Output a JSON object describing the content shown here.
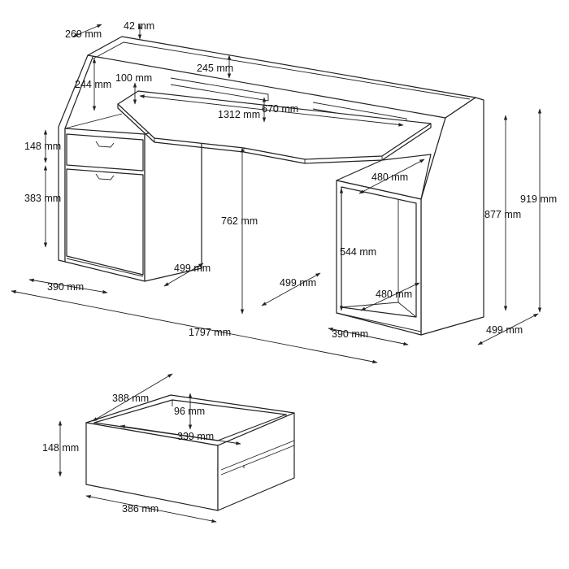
{
  "desk": {
    "depth_top": "269 mm",
    "top_thickness": "42 mm",
    "shelf_height": "244 mm",
    "shelf_gap": "100 mm",
    "shelf_depth": "245 mm",
    "desk_depth_right": "670 mm",
    "desk_width_inner": "1312 mm",
    "drawer_height": "148 mm",
    "door_height": "383 mm",
    "desk_height": "762 mm",
    "cabinet_depth_left": "499 mm",
    "cabinet_width_left": "390 mm",
    "base_depth": "499 mm",
    "total_width": "1797 mm",
    "compartment_depth_top": "480 mm",
    "compartment_height": "544 mm",
    "compartment_depth_bottom": "480 mm",
    "cabinet_width_right": "390 mm",
    "side_height": "877 mm",
    "total_height": "919 mm",
    "total_depth": "499 mm"
  },
  "drawer": {
    "depth": "388 mm",
    "inner_height": "96 mm",
    "inner_width": "339 mm",
    "height": "148 mm",
    "width": "386 mm"
  }
}
